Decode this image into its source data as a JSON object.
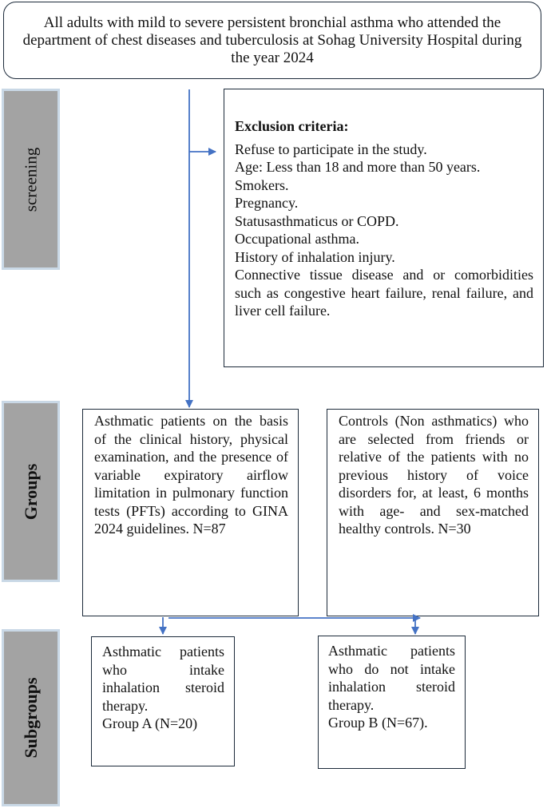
{
  "top_box": {
    "text": "All adults with mild to severe persistent bronchial asthma who attended the department of chest diseases and tuberculosis at Sohag University Hospital during the year 2024"
  },
  "stages": {
    "screening": "screening",
    "groups": "Groups",
    "subgroups": "Subgroups"
  },
  "exclusion": {
    "heading": "Exclusion criteria:",
    "items": [
      "Refuse to participate in the study.",
      "Age: Less than 18 and more than 50 years.",
      "Smokers.",
      "Pregnancy.",
      "Statusasthmaticus or COPD.",
      "Occupational asthma.",
      "History of inhalation injury.",
      "Connective tissue disease and or comorbidities such as congestive heart failure, renal failure, and liver cell failure."
    ]
  },
  "groups": {
    "asthmatic": "Asthmatic patients on the basis of the clinical history, physical examination, and the presence of variable expiratory airflow limitation in pulmonary function tests (PFTs) according to GINA 2024 guidelines. N=87",
    "controls": "Controls (Non asthmatics) who are selected from friends or relative of the patients with no previous history of voice disorders for, at least, 6 months with age- and sex-matched healthy controls. N=30"
  },
  "subgroups": {
    "a_text": "Asthmatic patients who intake inhalation steroid therapy.",
    "a_label": "Group A (N=20)",
    "b_text": "Asthmatic patients who do not intake inhalation steroid therapy.",
    "b_label": "Group B (N=67)."
  },
  "colors": {
    "arrow": "#4472c4",
    "box_border": "#1c2a3a",
    "stage_fill": "#a3a3a3",
    "stage_border": "#c9d8e6"
  }
}
